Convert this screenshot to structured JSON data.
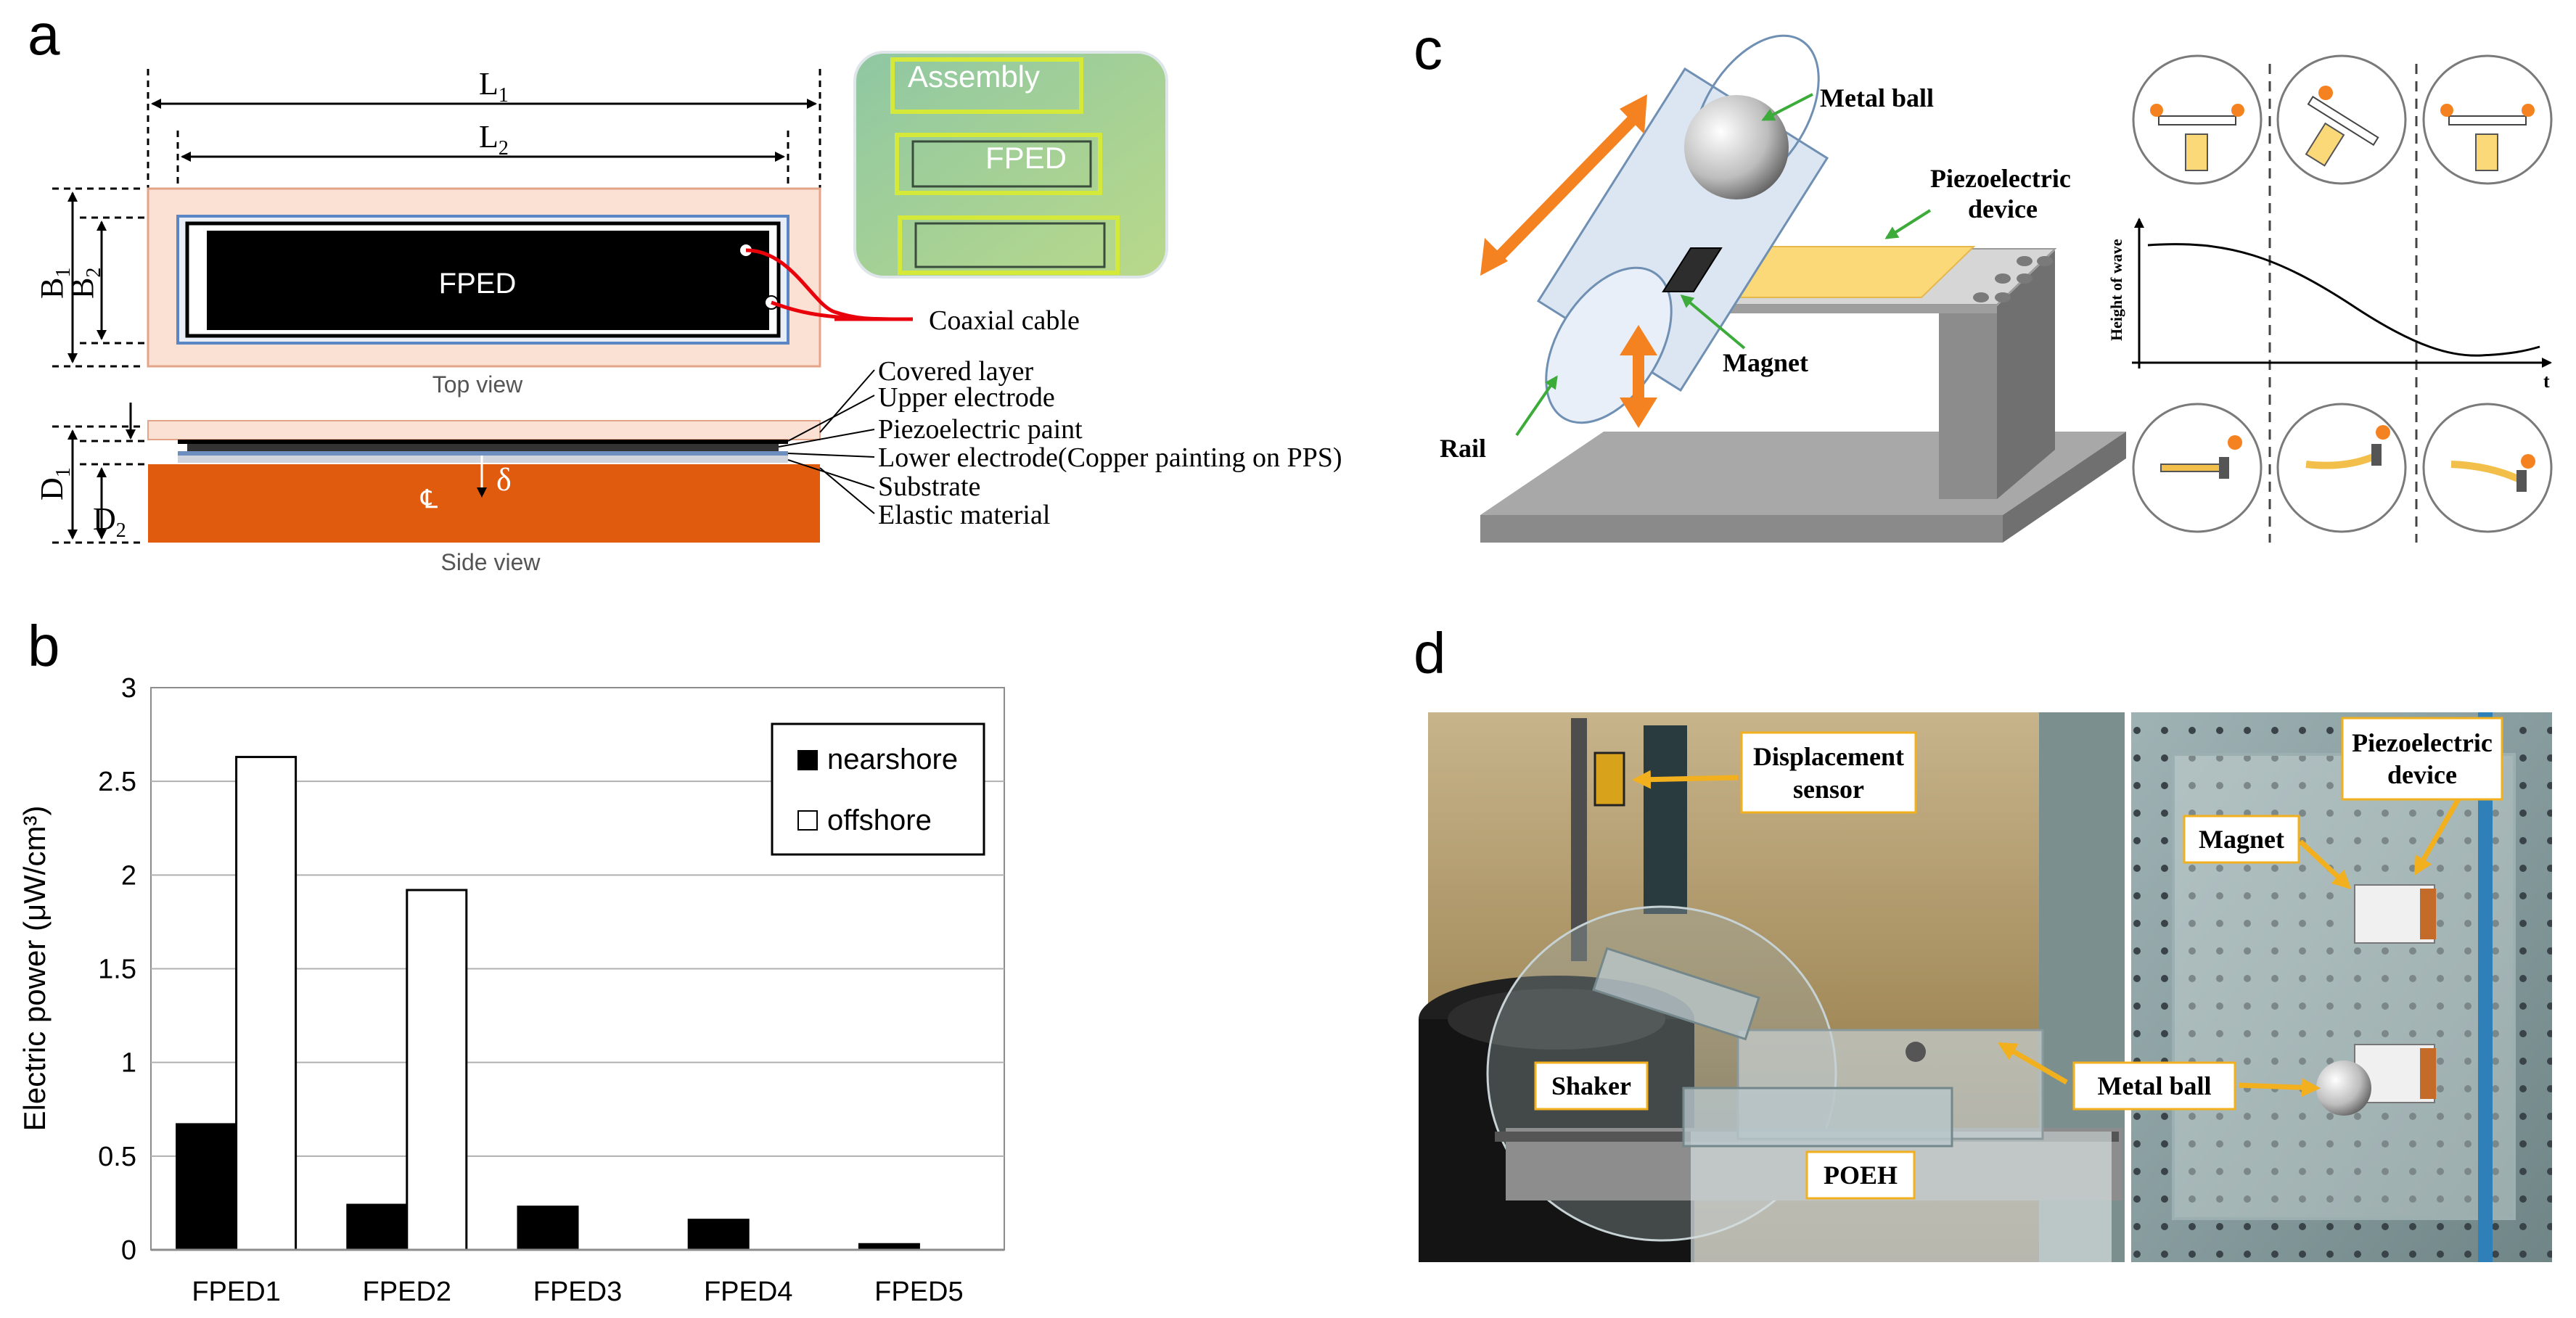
{
  "panels": {
    "a": {
      "letter": "a",
      "dims": {
        "L1": "L1",
        "L2": "L2",
        "B1": "B1",
        "B2": "B2",
        "D1": "D1",
        "D2": "D2",
        "delta": "δ"
      },
      "fped_label": "FPED",
      "top_view_caption": "Top view",
      "side_view_caption": "Side view",
      "coaxial_label": "Coaxial cable",
      "photo_labels": {
        "assembly": "Assembly",
        "fped": "FPED"
      },
      "layers": [
        "Covered layer",
        "Upper electrode",
        "Piezoelectric paint",
        "Lower electrode(Copper painting on PPS)",
        "Substrate",
        "Elastic material"
      ]
    },
    "b": {
      "letter": "b"
    },
    "c": {
      "letter": "c",
      "labels": {
        "metal_ball": "Metal ball",
        "piezo_line1": "Piezoelectric",
        "piezo_line2": "device",
        "magnet": "Magnet",
        "rail": "Rail"
      },
      "wave_ylabel": "Height of wave",
      "wave_xlabel": "t"
    },
    "d": {
      "letter": "d",
      "labels": {
        "disp_line1": "Displacement",
        "disp_line2": "sensor",
        "shaker": "Shaker",
        "poeh": "POEH",
        "metal_ball": "Metal ball",
        "magnet": "Magnet",
        "piezo_line1": "Piezoelectric",
        "piezo_line2": "device"
      }
    }
  },
  "chart_data": {
    "type": "bar",
    "ylabel": "Electric power (μW/cm³)",
    "xlabel": "",
    "ylim": [
      0,
      3
    ],
    "yticks": [
      "0",
      "0.5",
      "1",
      "1.5",
      "2",
      "2.5",
      "3"
    ],
    "categories": [
      "FPED1",
      "FPED2",
      "FPED3",
      "FPED4",
      "FPED5"
    ],
    "series": [
      {
        "name": "nearshore",
        "values": [
          0.67,
          0.24,
          0.23,
          0.16,
          0.03
        ],
        "color": "#000000"
      },
      {
        "name": "offshore",
        "values": [
          2.63,
          1.92,
          0,
          0,
          0
        ],
        "color": "#ffffff"
      }
    ],
    "grid": true,
    "legend_position": "top-right"
  },
  "colors": {
    "pink_layer": "#fbe1d3",
    "elastic": "#e05b0e",
    "orange_arrow": "#f58220",
    "cable_red": "#e8000b",
    "pointer_yellow": "#f2b01e",
    "rail_blue": "#dbe6f2",
    "piezo_yellow": "#fcd978",
    "base_gray": "#9c9c9c"
  }
}
